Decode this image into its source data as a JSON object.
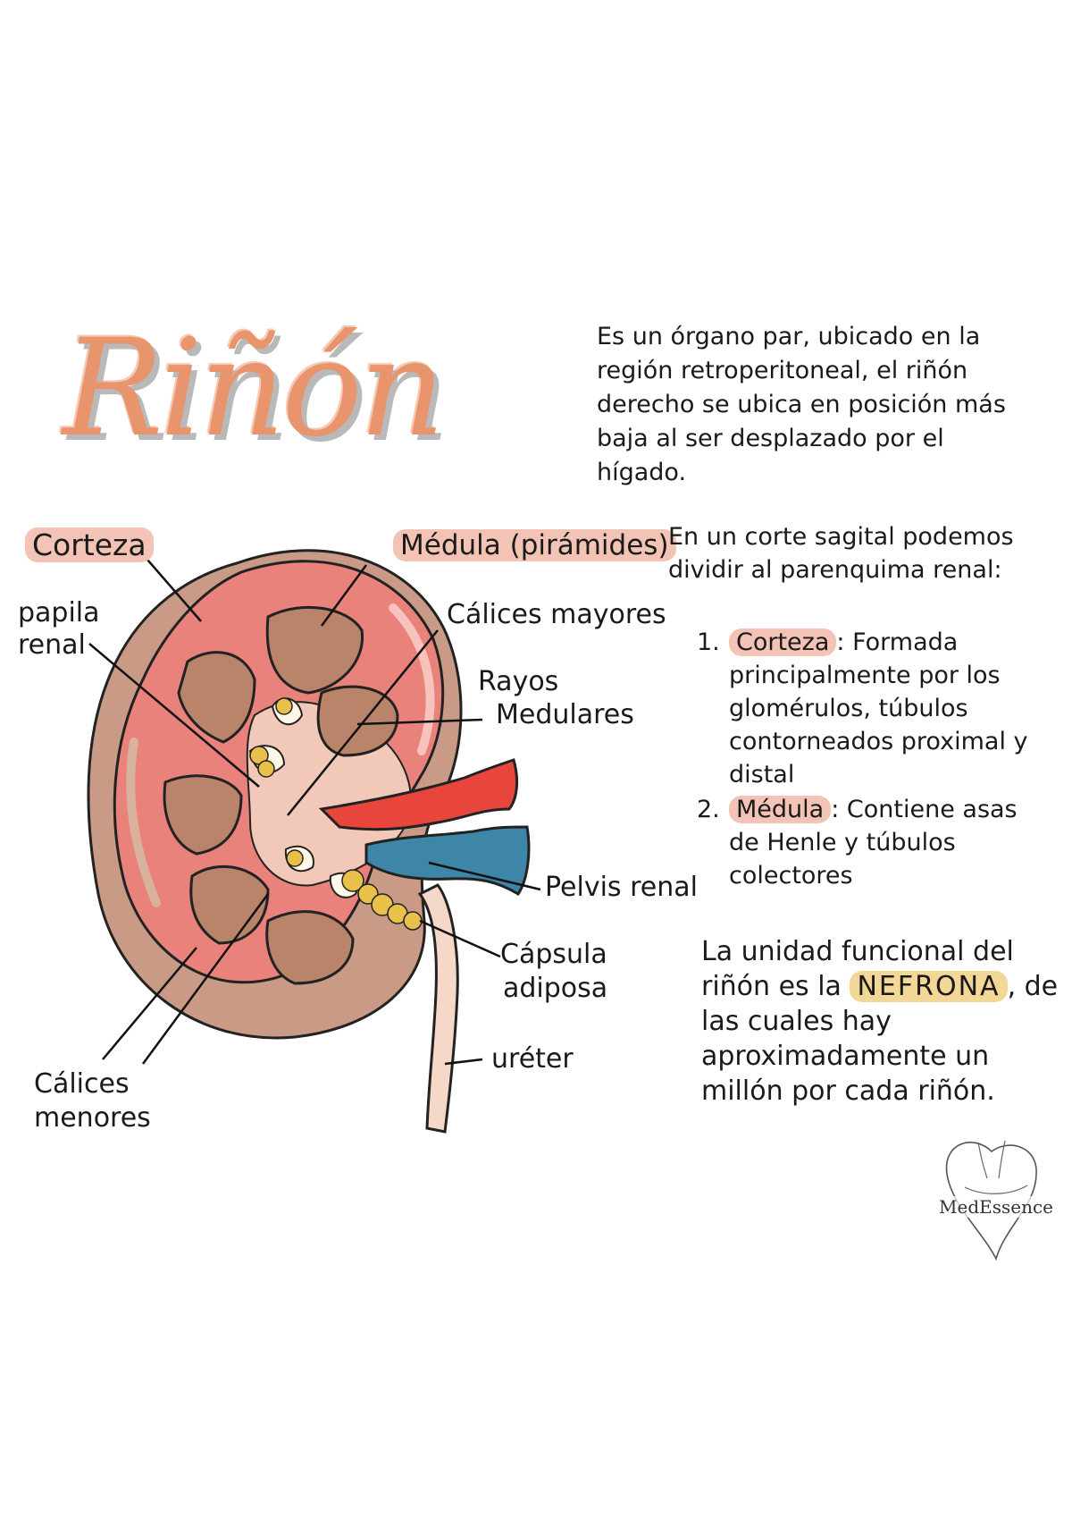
{
  "title": "Riñón",
  "intro": "Es un órgano par, ubicado en la región retroperitoneal, el riñón derecho se ubica en posición más baja al ser desplazado por el hígado.",
  "labels": {
    "corteza": "Corteza",
    "medula": "Médula (pirámides)",
    "papila_line1": "papila",
    "papila_line2": "renal",
    "calices_mayores": "Cálices mayores",
    "rayos_line1": "Rayos",
    "rayos_line2": "Medulares",
    "pelvis": "Pelvis renal",
    "capsula_line1": "Cápsula",
    "capsula_line2": "adiposa",
    "ureter": "uréter",
    "calices_menores_line1": "Cálices",
    "calices_menores_line2": "menores"
  },
  "parenchyma": {
    "intro": "En un corte sagital podemos dividir al parenquima renal:",
    "items": [
      {
        "num": "1.",
        "term": "Corteza",
        "text": "Formada principalmente por los glomérulos, túbulos contorneados proximal y distal"
      },
      {
        "num": "2.",
        "term": "Médula",
        "text": "Contiene asas de Henle y túbulos colectores"
      }
    ]
  },
  "nefrona": {
    "before": "La unidad funcional del riñón es la",
    "highlight": "NEFRONA",
    "after": ", de las cuales hay aproximadamente un millón por cada riñón."
  },
  "logo": {
    "text": "MedEssence"
  },
  "colors": {
    "title": "#e8946d",
    "cortex": "#e8827a",
    "outer": "#c99a85",
    "pyramid": "#b9846a",
    "artery": "#e8463d",
    "vein": "#3d86a8",
    "fat": "#e8c04a",
    "highlight_pink": "#f3c4b5",
    "highlight_yellow": "#f2d796"
  }
}
